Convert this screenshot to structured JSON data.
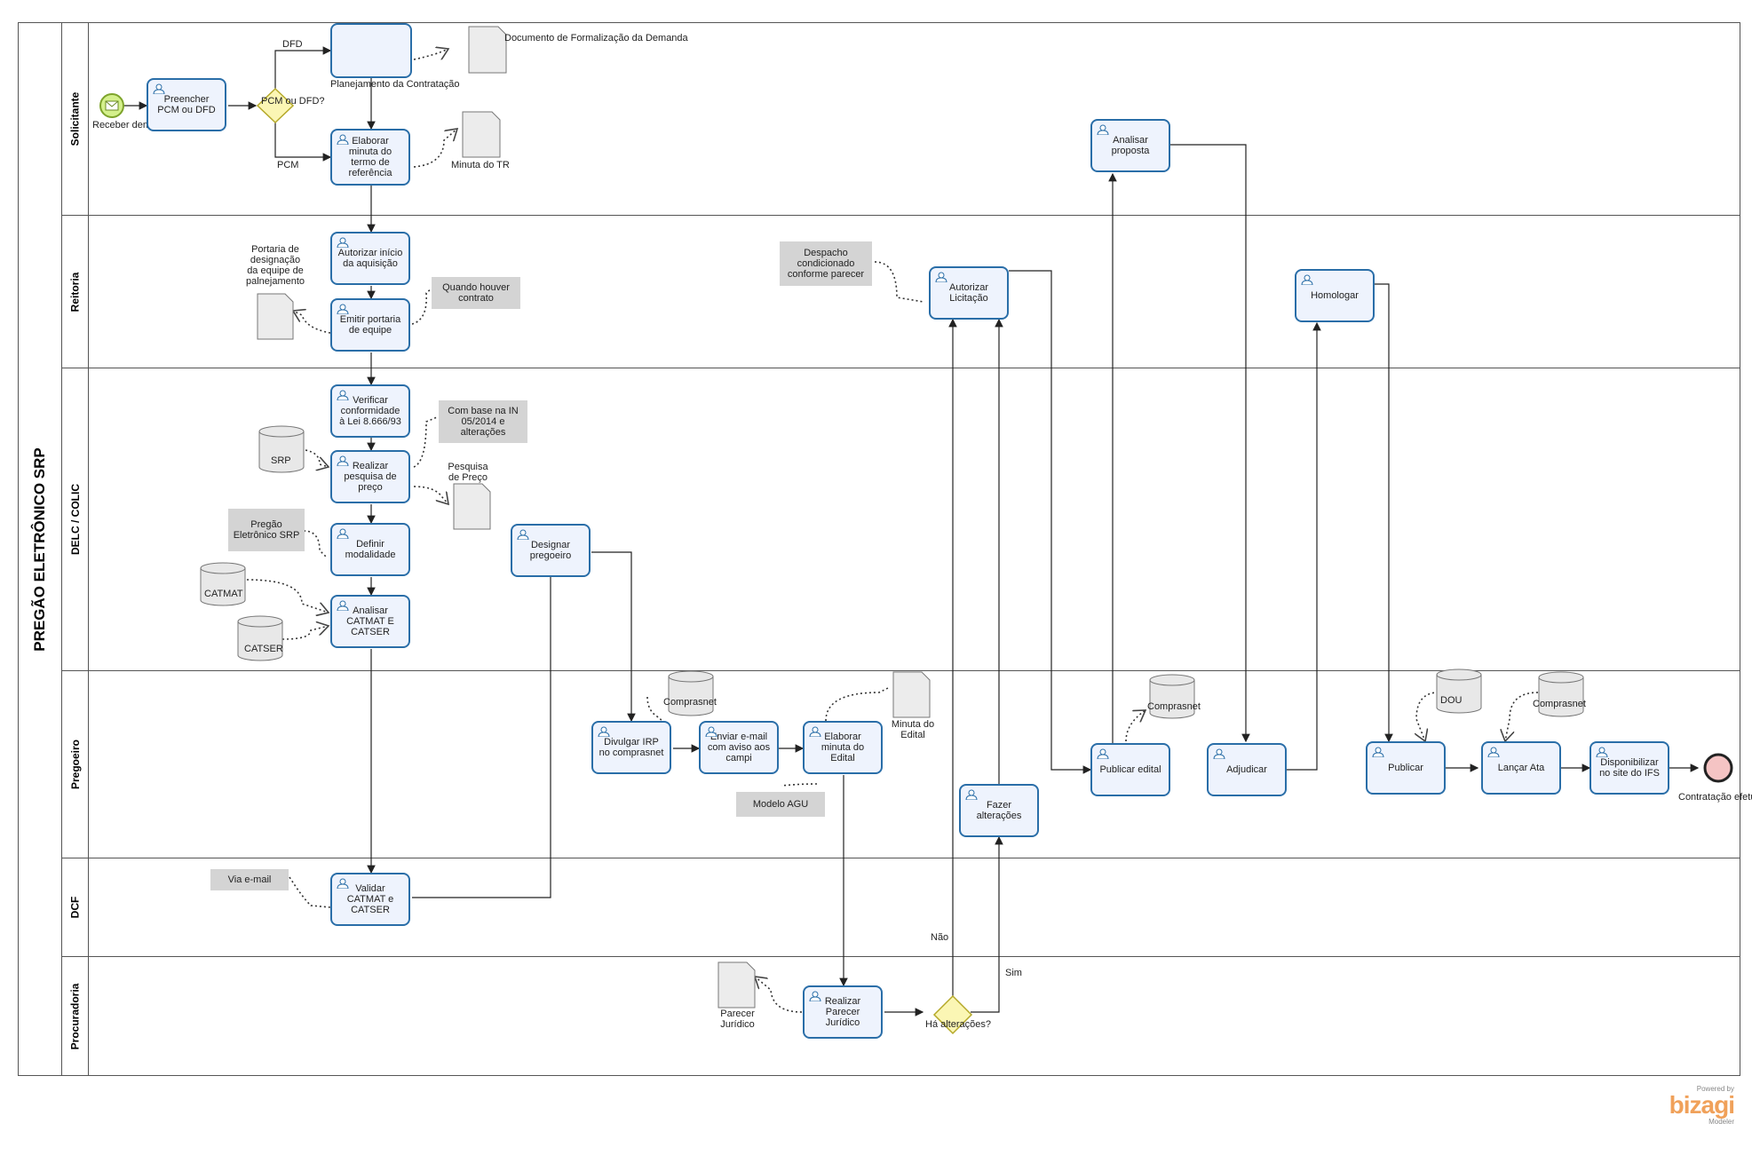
{
  "pool": {
    "title": "PREGÃO ELETRÔNICO SRP"
  },
  "lanes": {
    "solicitante": "Solicitante",
    "reitoria": "Reitoria",
    "delc": "DELC / COLIC",
    "pregoeiro": "Pregoeiro",
    "dcf": "DCF",
    "procuradoria": "Procuradoria"
  },
  "events": {
    "start": "Receber demanda",
    "end": "Contratação efetuada"
  },
  "gateways": {
    "pcm_dfd": "PCM ou DFD?",
    "ha_alteracoes": "Há alterações?"
  },
  "flow_labels": {
    "dfd": "DFD",
    "pcm": "PCM",
    "nao": "Não",
    "sim": "Sim"
  },
  "subprocess": {
    "planejamento": "Planejamento da Contratação"
  },
  "tasks": {
    "preencher": "Preencher PCM ou DFD",
    "elaborar_tr": "Elaborar minuta do termo de referência",
    "autorizar_inicio": "Autorizar início da aquisição",
    "emitir_portaria": "Emitir portaria de equipe",
    "verificar": "Verificar conformidade à Lei 8.666/93",
    "pesquisa": "Realizar pesquisa de preço",
    "definir": "Definir modalidade",
    "analisar_catmat": "Analisar CATMAT E CATSER",
    "designar": "Designar pregoeiro",
    "validar": "Validar CATMAT e CATSER",
    "divulgar": "Divulgar IRP no comprasnet",
    "enviar": "Enviar e-mail com aviso aos campi",
    "elaborar_edital": "Elaborar minuta do Edital",
    "parecer": "Realizar Parecer Jurídico",
    "fazer_alteracoes": "Fazer alterações",
    "autorizar_licitacao": "Autorizar Licitação",
    "analisar_proposta": "Analisar proposta",
    "publicar_edital": "Publicar edital",
    "adjudicar": "Adjudicar",
    "homologar": "Homologar",
    "publicar": "Publicar",
    "lancar_ata": "Lançar Ata",
    "disponibilizar": "Disponibilizar no site do IFS"
  },
  "documents": {
    "doc_formalizacao": "Documento de Formalização da Demanda",
    "minuta_tr": "Minuta do TR",
    "portaria": "Portaria de designação da equipe de palnejamento",
    "pesquisa_preco": "Pesquisa de Preço",
    "minuta_edital": "Minuta do Edital",
    "parecer_juridico": "Parecer Jurídico"
  },
  "datastores": {
    "srp": "SRP",
    "catmat": "CATMAT",
    "catser": "CATSER",
    "comprasnet1": "Comprasnet",
    "comprasnet2": "Comprasnet",
    "dou": "DOU",
    "comprasnet3": "Comprasnet"
  },
  "annotations": {
    "quando_houver": "Quando houver contrato",
    "com_base": "Com base na IN 05/2014 e alterações",
    "pregao_srp": "Pregão Eletrônico SRP",
    "via_email": "Via e-mail",
    "modelo_agu": "Modelo AGU",
    "despacho": "Despacho condicionado conforme parecer"
  },
  "watermark": {
    "powered": "Powered by",
    "brand": "bizagi",
    "product": "Modeler"
  }
}
